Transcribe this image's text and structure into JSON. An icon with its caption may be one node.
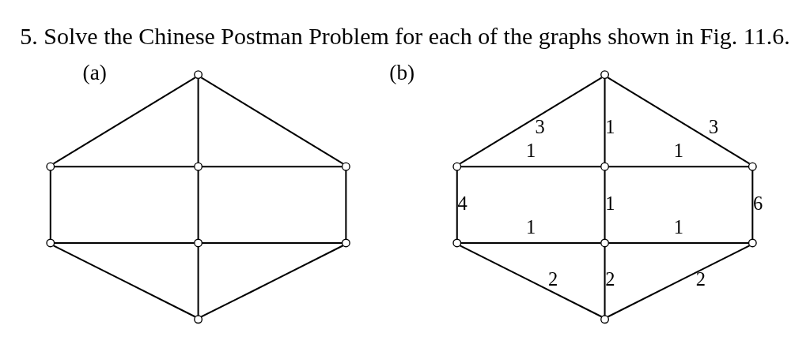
{
  "diagram": {
    "title": "5. Solve the Chinese Postman Problem for each of the graphs shown in Fig. 11.6.",
    "nodes": [
      {
        "text": [],
        "shape": "circle"
      },
      {
        "text": [],
        "shape": "circle"
      },
      {
        "text": [],
        "shape": "circle"
      },
      {
        "text": [],
        "shape": "circle"
      },
      {
        "text": [],
        "shape": "circle"
      },
      {
        "text": [],
        "shape": "circle"
      },
      {
        "text": [],
        "shape": "circle"
      },
      {
        "text": [],
        "shape": "circle"
      },
      {
        "text": [],
        "shape": "circle"
      },
      {
        "text": [],
        "shape": "circle"
      },
      {
        "text": [],
        "shape": "circle"
      },
      {
        "text": [],
        "shape": "circle"
      },
      {
        "text": [],
        "shape": "circle"
      },
      {
        "text": [],
        "shape": "circle"
      },
      {
        "text": [],
        "shape": "circle"
      },
      {
        "text": [],
        "shape": "circle"
      }
    ],
    "edges": [
      {
        "from": 0,
        "to": 1,
        "arrow": "none"
      },
      {
        "from": 0,
        "to": 2,
        "arrow": "none"
      },
      {
        "from": 0,
        "to": 3,
        "arrow": "none"
      },
      {
        "from": 1,
        "to": 2,
        "arrow": "none"
      },
      {
        "from": 2,
        "to": 3,
        "arrow": "none"
      },
      {
        "from": 1,
        "to": 4,
        "arrow": "none"
      },
      {
        "from": 2,
        "to": 5,
        "arrow": "none"
      },
      {
        "from": 3,
        "to": 6,
        "arrow": "none"
      },
      {
        "from": 4,
        "to": 5,
        "arrow": "none"
      },
      {
        "from": 5,
        "to": 6,
        "arrow": "none"
      },
      {
        "from": 4,
        "to": 7,
        "arrow": "none"
      },
      {
        "from": 5,
        "to": 7,
        "arrow": "none"
      },
      {
        "from": 6,
        "to": 7,
        "arrow": "none"
      },
      {
        "from": 8,
        "to": 9,
        "arrow": "none",
        "label": "3"
      },
      {
        "from": 8,
        "to": 10,
        "arrow": "none",
        "label": "1"
      },
      {
        "from": 8,
        "to": 11,
        "arrow": "none",
        "label": "3"
      },
      {
        "from": 9,
        "to": 10,
        "arrow": "none",
        "label": "1"
      },
      {
        "from": 10,
        "to": 11,
        "arrow": "none",
        "label": "1"
      },
      {
        "from": 9,
        "to": 12,
        "arrow": "none",
        "label": "4"
      },
      {
        "from": 10,
        "to": 13,
        "arrow": "none",
        "label": "1"
      },
      {
        "from": 11,
        "to": 14,
        "arrow": "none",
        "label": "6"
      },
      {
        "from": 12,
        "to": 13,
        "arrow": "none",
        "label": "1"
      },
      {
        "from": 13,
        "to": 14,
        "arrow": "none",
        "label": "1"
      },
      {
        "from": 12,
        "to": 15,
        "arrow": "none",
        "label": "2"
      },
      {
        "from": 13,
        "to": 15,
        "arrow": "none",
        "label": "2"
      },
      {
        "from": 14,
        "to": 15,
        "arrow": "none",
        "label": "2"
      }
    ],
    "labels": [
      "(a)",
      "(b)"
    ]
  }
}
